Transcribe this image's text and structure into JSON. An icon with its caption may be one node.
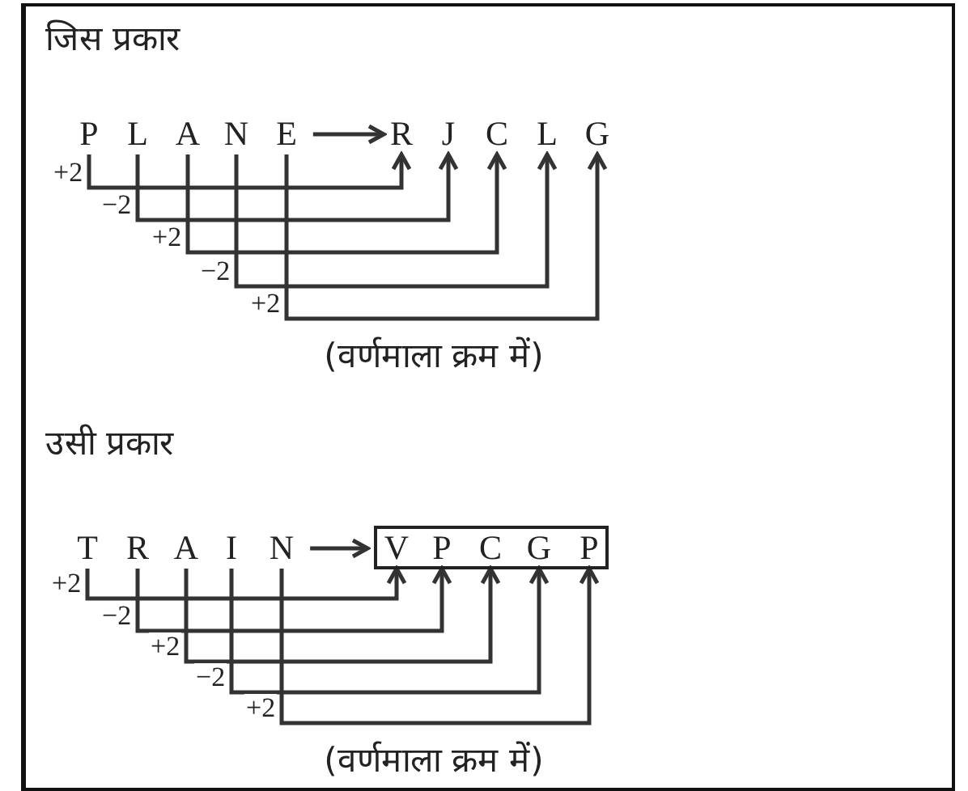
{
  "diagram": {
    "nodes": [
      {
        "text": [
          "P"
        ]
      },
      {
        "text": [
          "L"
        ]
      },
      {
        "text": [
          "A"
        ]
      },
      {
        "text": [
          "N"
        ]
      },
      {
        "text": [
          "E"
        ]
      },
      {
        "text": [
          "R"
        ]
      },
      {
        "text": [
          "J"
        ]
      },
      {
        "text": [
          "C"
        ]
      },
      {
        "text": [
          "L"
        ]
      },
      {
        "text": [
          "G"
        ]
      },
      {
        "text": [
          "T"
        ]
      },
      {
        "text": [
          "R"
        ]
      },
      {
        "text": [
          "A"
        ]
      },
      {
        "text": [
          "I"
        ]
      },
      {
        "text": [
          "N"
        ]
      },
      {
        "text": [],
        "shape": "box"
      },
      {
        "text": [
          "V"
        ],
        "in": 15
      },
      {
        "text": [
          "P"
        ],
        "in": 15
      },
      {
        "text": [
          "C"
        ],
        "in": 15
      },
      {
        "text": [
          "G"
        ],
        "in": 15
      },
      {
        "text": [
          "P"
        ],
        "in": 15
      }
    ],
    "edges": [
      {
        "from": 4,
        "to": 5,
        "arrow": "to"
      },
      {
        "from": 0,
        "to": 5,
        "arrow": "to",
        "label": "+2"
      },
      {
        "from": 1,
        "to": 6,
        "arrow": "to",
        "label": "−2"
      },
      {
        "from": 2,
        "to": 7,
        "arrow": "to",
        "label": "+2"
      },
      {
        "from": 3,
        "to": 8,
        "arrow": "to",
        "label": "−2"
      },
      {
        "from": 4,
        "to": 9,
        "arrow": "to",
        "label": "+2"
      },
      {
        "from": 14,
        "to": 15,
        "arrow": "to"
      },
      {
        "from": 10,
        "to": 16,
        "arrow": "to",
        "label": "+2"
      },
      {
        "from": 11,
        "to": 17,
        "arrow": "to",
        "label": "−2"
      },
      {
        "from": 12,
        "to": 18,
        "arrow": "to",
        "label": "+2"
      },
      {
        "from": 13,
        "to": 19,
        "arrow": "to",
        "label": "−2"
      },
      {
        "from": 14,
        "to": 20,
        "arrow": "to",
        "label": "+2"
      }
    ],
    "labels": [
      "जिस प्रकार",
      "(वर्णमाला क्रम में)",
      "उसी प्रकार",
      "(वर्णमाला क्रम में)"
    ]
  }
}
